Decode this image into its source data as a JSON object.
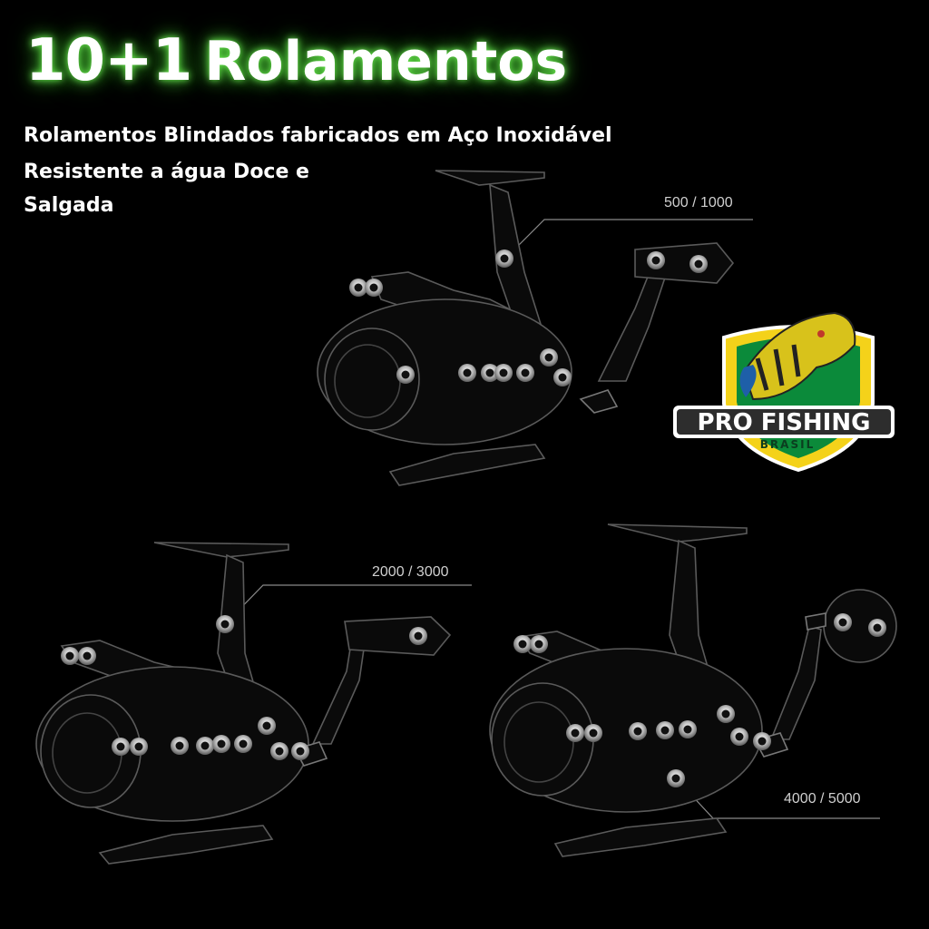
{
  "headline": {
    "number": "10+1",
    "word": "Rolamentos"
  },
  "subtitle_lines": [
    "Rolamentos Blindados fabricados em Aço Inoxidável",
    "Resistente a água Doce e",
    "Salgada"
  ],
  "reels": [
    {
      "size_label": "500 / 1000"
    },
    {
      "size_label": "2000 / 3000"
    },
    {
      "size_label": "4000 / 5000"
    }
  ],
  "logo": {
    "line1": "PRO FISHING",
    "line2": "BRASIL"
  },
  "colors": {
    "glow": "#7dff5a",
    "logo_green": "#0b8a3a",
    "logo_yellow": "#f4d21a"
  }
}
